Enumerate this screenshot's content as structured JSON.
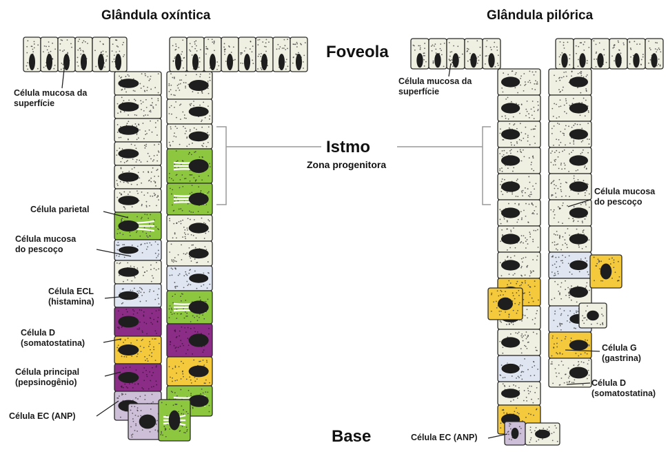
{
  "titles": {
    "oxintica": "Glândula oxíntica",
    "pilorica": "Glândula pilórica"
  },
  "regions": {
    "foveola": "Foveola",
    "istmo": "Istmo",
    "zona": "Zona progenitora",
    "base": "Base"
  },
  "oxintica_labels": {
    "mucosa_superficie": "Célula mucosa da\nsuperfície",
    "parietal": "Célula parietal",
    "mucosa_pescoco": "Célula mucosa\ndo pescoço",
    "ecl": "Célula ECL\n(histamina)",
    "d": "Célula D\n(somatostatina)",
    "principal": "Célula principal\n(pepsinogênio)",
    "ec": "Célula EC (ANP)"
  },
  "pilorica_labels": {
    "mucosa_superficie": "Célula mucosa da\nsuperfície",
    "mucosa_pescoco": "Célula mucosa\ndo pescoço",
    "g": "Célula G\n(gastrina)",
    "d": "Célula D\n(somatostatina)",
    "ec": "Célula EC (ANP)"
  },
  "colors": {
    "mucous_cell": "#efefe2",
    "cell_outline": "#2b2b2b",
    "nucleus": "#1e1e1e",
    "parietal": "#8dc63f",
    "chief": "#8b2d86",
    "d_cell": "#f4c93b",
    "ec_cell": "#cdbfd8",
    "neck_cell": "#dfe6f2",
    "bracket": "#999999"
  }
}
